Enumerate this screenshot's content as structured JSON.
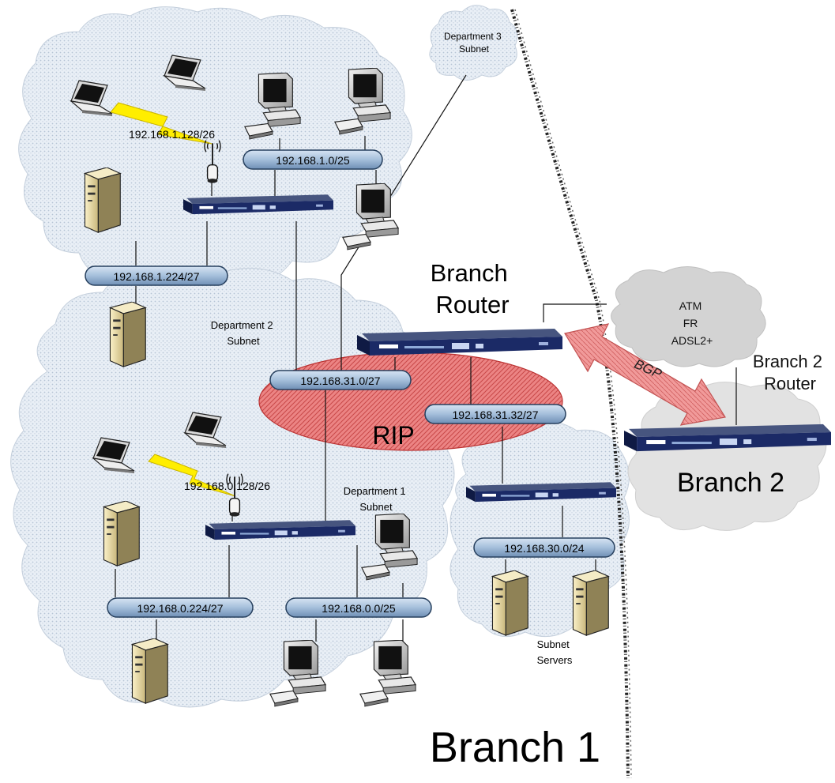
{
  "segments": {
    "wlan_dept2": "192.168.1.128/26",
    "lan_dept2_users": "192.168.1.0/25",
    "lan_dept2_servers": "192.168.1.224/27",
    "transit_a": "192.168.31.0/27",
    "transit_b": "192.168.31.32/27",
    "wlan_dept1": "192.168.0.128/26",
    "lan_dept1_servers": "192.168.0.224/27",
    "lan_dept1_users": "192.168.0.0/25",
    "lan_servers": "192.168.30.0/24"
  },
  "clouds": {
    "dept3": [
      "Department 3",
      "Subnet"
    ],
    "dept2": [
      "Department 2",
      "Subnet"
    ],
    "dept1": [
      "Department 1",
      "Subnet"
    ],
    "servers": [
      "Subnet",
      "Servers"
    ],
    "wan": [
      "ATM",
      "FR",
      "ADSL2+"
    ]
  },
  "labels": {
    "branch_router": [
      "Branch",
      "Router"
    ],
    "branch2_router": [
      "Branch 2",
      "Router"
    ],
    "branch1": "Branch 1",
    "branch2": "Branch 2",
    "rip": "RIP",
    "bgp": "BGP"
  },
  "icons": {
    "router": "router-icon",
    "server": "server-icon",
    "workstation": "workstation-icon",
    "laptop": "laptop-icon",
    "access_point": "access-point-icon",
    "wireless_link": "lightning-icon",
    "cloud": "cloud-icon"
  },
  "colors": {
    "cloud_fill": "#e6edf5",
    "cloud_dots": "#b9c7d7",
    "bus_fill": "#a9c3de",
    "bus_edge": "#27405e",
    "rip_fill": "#e77a7a",
    "bgp_arrow": "#ee8a8a",
    "lightning": "#ffee00",
    "router_body": "#1b2b6a",
    "divider": "#222222",
    "text": "#000000"
  }
}
